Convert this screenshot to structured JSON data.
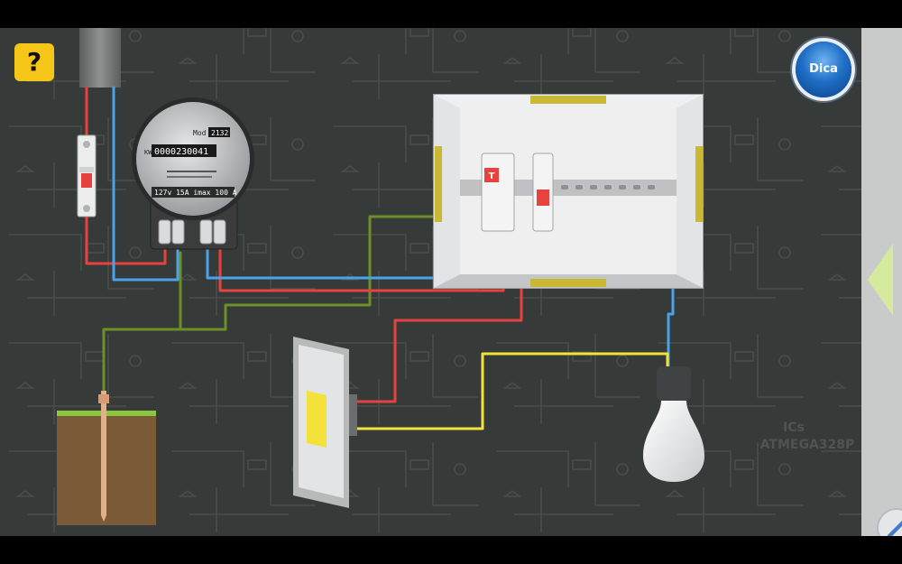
{
  "controls": {
    "help_label": "?",
    "hint_label": "Dica"
  },
  "meter": {
    "model_label": "Mod",
    "model_value": "2132",
    "kwh_label": "KW/h",
    "kwh_reading": "0000230041",
    "specs": "127v   15A   imax 100 A"
  },
  "breaker_panel": {
    "main_breaker_badge": "T"
  },
  "background_text": {
    "chip_label": "ICs",
    "chip_name": "ATMEGA328P"
  },
  "wire_colors": {
    "phase": "#e8423f",
    "neutral": "#4aa3e8",
    "ground": "#6e8f25",
    "return": "#f2e23a"
  }
}
